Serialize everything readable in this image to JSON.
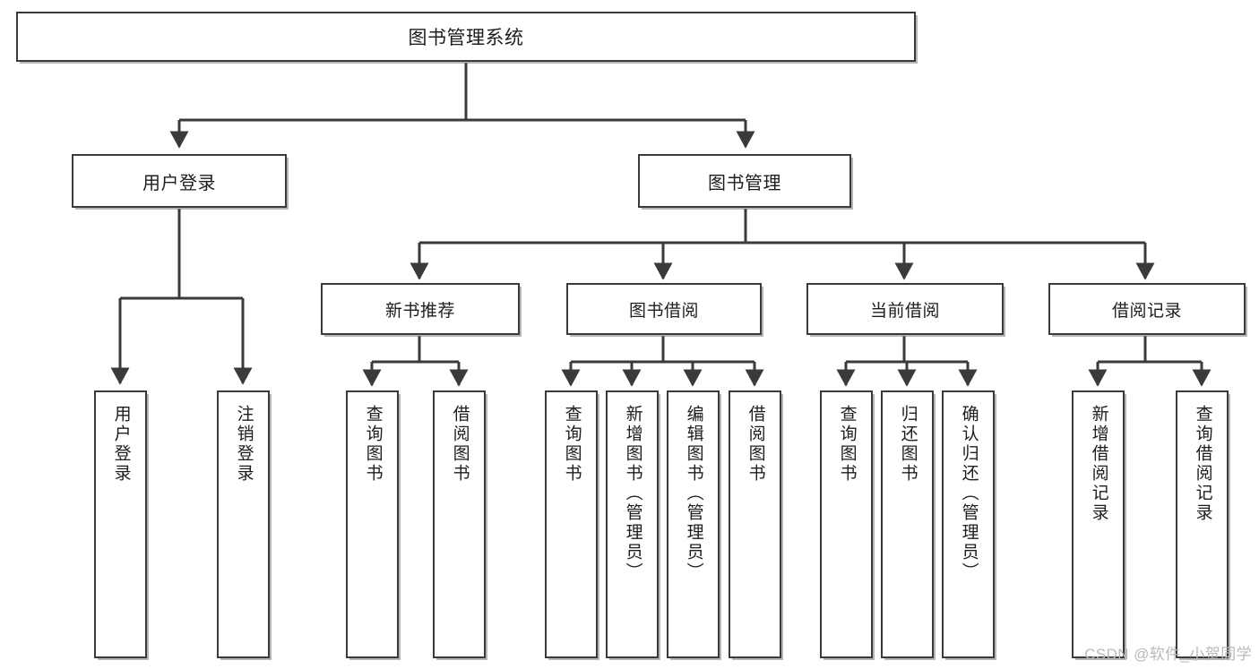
{
  "diagram": {
    "type": "tree",
    "title": "图书管理系统",
    "root": {
      "label": "图书管理系统"
    },
    "level2": [
      {
        "label": "用户登录"
      },
      {
        "label": "图书管理"
      }
    ],
    "level3": [
      {
        "label": "新书推荐"
      },
      {
        "label": "图书借阅"
      },
      {
        "label": "当前借阅"
      },
      {
        "label": "借阅记录"
      }
    ],
    "leaves": {
      "user_login": [
        {
          "label": "用户登录"
        },
        {
          "label": "注销登录"
        }
      ],
      "new_book_recommend": [
        {
          "label": "查询图书"
        },
        {
          "label": "借阅图书"
        }
      ],
      "book_borrow": [
        {
          "label": "查询图书"
        },
        {
          "label": "新增图书（管理员）"
        },
        {
          "label": "编辑图书（管理员）"
        },
        {
          "label": "借阅图书"
        }
      ],
      "current_borrow": [
        {
          "label": "查询图书"
        },
        {
          "label": "归还图书"
        },
        {
          "label": "确认归还（管理员）"
        }
      ],
      "borrow_record": [
        {
          "label": "新增借阅记录"
        },
        {
          "label": "查询借阅记录"
        }
      ]
    }
  },
  "watermark": {
    "text": "CSDN @软件_小贺同学"
  },
  "colors": {
    "border": "#3a3a3a",
    "fill": "#ffffff",
    "text": "#1d1d1d",
    "watermark": "#b9b9b9"
  }
}
